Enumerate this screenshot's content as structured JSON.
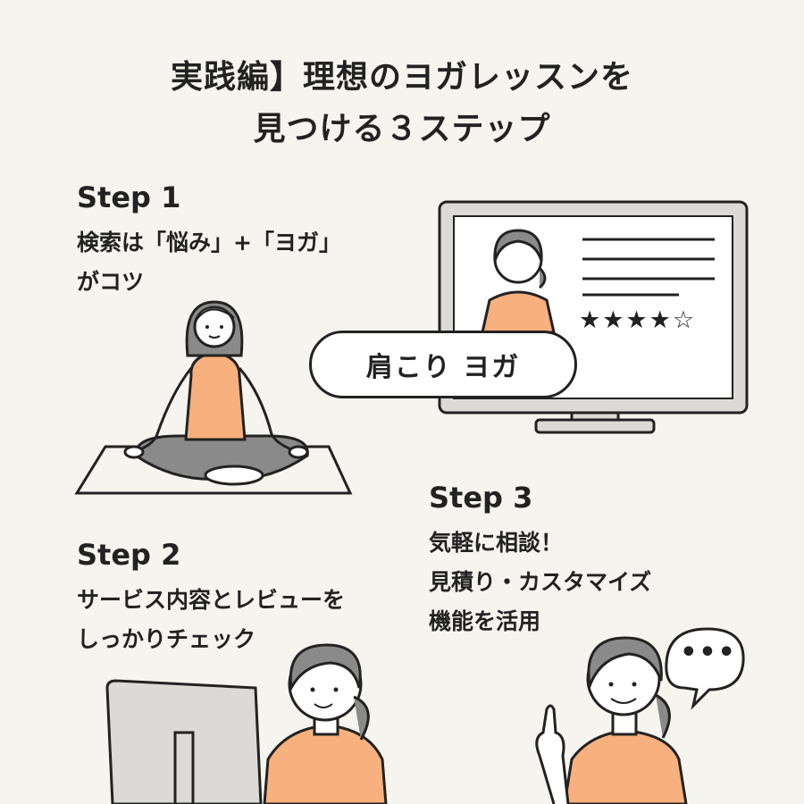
{
  "title": {
    "line1": "実践編】理想のヨガレッスンを",
    "line2": "見つける３ステップ"
  },
  "step1": {
    "label": "Step 1",
    "line1": "検索は「悩み」+「ヨガ」",
    "line2": "がコツ"
  },
  "step2": {
    "label": "Step 2",
    "line1": "サービス内容とレビューを",
    "line2": "しっかりチェック"
  },
  "step3": {
    "label": "Step 3",
    "line1": "気軽に相談！",
    "line2": "見積り・カスタマイズ",
    "line3": "機能を活用"
  },
  "search": {
    "query": "肩こり ヨガ"
  },
  "review": {
    "stars": "★★★★☆"
  },
  "bubble": {
    "text": "•••"
  },
  "colors": {
    "background": "#f6f4ef",
    "accent_orange": "#f7b07e",
    "gray": "#8a8a8a",
    "light_gray": "#dcdad6"
  }
}
